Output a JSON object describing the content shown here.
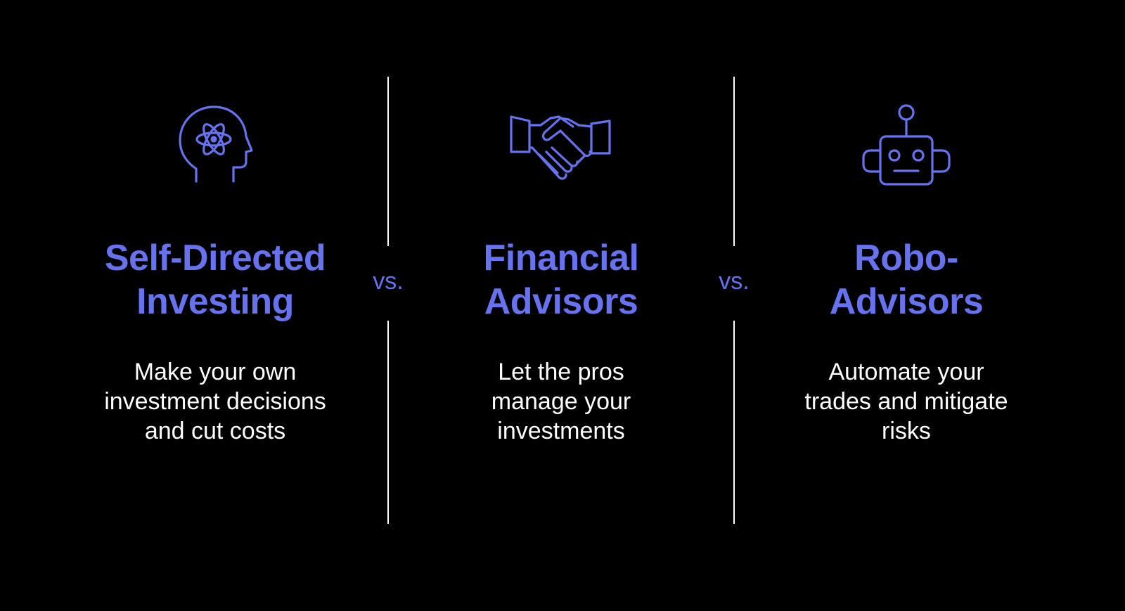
{
  "colors": {
    "background": "#000000",
    "accent": "#6672ee",
    "text": "#ffffff",
    "divider": "#ffffff"
  },
  "separators": {
    "first": "vs.",
    "second": "vs."
  },
  "columns": [
    {
      "icon": "head-atom-icon",
      "title": [
        "Self-Directed",
        "Investing"
      ],
      "description": [
        "Make your own",
        "investment decisions",
        "and cut costs"
      ]
    },
    {
      "icon": "handshake-icon",
      "title": [
        "Financial",
        "Advisors"
      ],
      "description": [
        "Let the pros",
        "manage your",
        "investments"
      ]
    },
    {
      "icon": "robot-icon",
      "title": [
        "Robo-",
        "Advisors"
      ],
      "description": [
        "Automate your",
        "trades and mitigate",
        "risks"
      ]
    }
  ]
}
